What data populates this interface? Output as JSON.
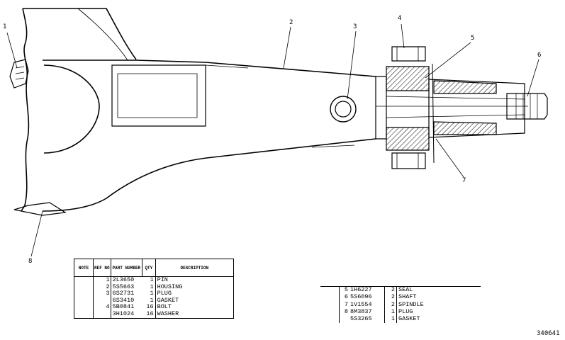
{
  "figure_number": "340641",
  "callouts": [
    "1",
    "2",
    "3",
    "4",
    "5",
    "6",
    "7",
    "8"
  ],
  "left_table": {
    "headers": {
      "note": "NOTE",
      "ref_no": "REF NO",
      "part_number": "PART NUMBER",
      "qty": "QTY",
      "description": "DESCRIPTION"
    },
    "rows": [
      {
        "note": "",
        "ref": "1",
        "part": "2L3650",
        "qty": "1",
        "desc": "PIN"
      },
      {
        "note": "",
        "ref": "2",
        "part": "5S5663",
        "qty": "1",
        "desc": "HOUSING"
      },
      {
        "note": "",
        "ref": "3",
        "part": "6S2731",
        "qty": "1",
        "desc": "PLUG"
      },
      {
        "note": "",
        "ref": "",
        "part": "6S3410",
        "qty": "1",
        "desc": "GASKET"
      },
      {
        "note": "",
        "ref": "4",
        "part": "5B0841",
        "qty": "16",
        "desc": "BOLT"
      },
      {
        "note": "",
        "ref": "",
        "part": "3H1024",
        "qty": "16",
        "desc": "WASHER"
      }
    ]
  },
  "right_table": {
    "rows": [
      {
        "note": "",
        "ref": "5",
        "part": "1H6227",
        "qty": "2",
        "desc": "SEAL"
      },
      {
        "note": "",
        "ref": "6",
        "part": "5S6096",
        "qty": "2",
        "desc": "SHAFT"
      },
      {
        "note": "",
        "ref": "7",
        "part": "1V1554",
        "qty": "2",
        "desc": "SPINDLE"
      },
      {
        "note": "",
        "ref": "8",
        "part": "8M3837",
        "qty": "1",
        "desc": "PLUG"
      },
      {
        "note": "",
        "ref": "",
        "part": "5S3265",
        "qty": "1",
        "desc": "GASKET"
      }
    ]
  }
}
